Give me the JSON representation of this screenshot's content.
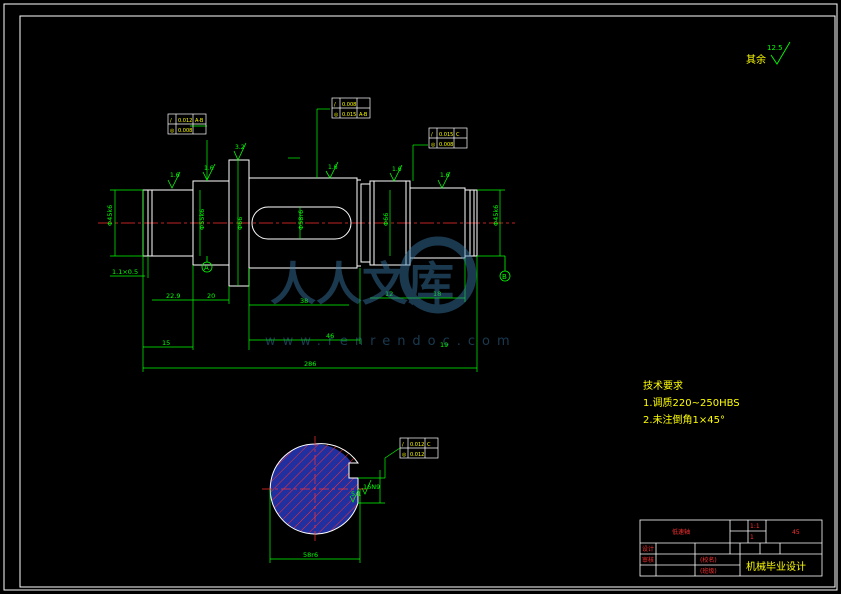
{
  "drawing": {
    "roughness_rest": {
      "label": "其余",
      "value": "12.5"
    },
    "dims": {
      "d_left": "Φ45k6",
      "d_seat1": "Φ55k6",
      "d_collar": "Φ66",
      "d_key": "Φ58r6",
      "d_ring": "Φ66",
      "d_right": "Φ45k6",
      "chamfer": "1.1×0.5",
      "l1": "22.9",
      "l2": "20",
      "l3": "15",
      "l4": "38",
      "l5": "46",
      "l6": "12",
      "l7": "18",
      "l8": "19",
      "total": "286"
    },
    "roughness_marks": [
      "1.6",
      "1.6",
      "3.2",
      "1.6",
      "1.6",
      "1.6"
    ],
    "datum_labels": [
      "A",
      "B"
    ],
    "tolerance_frames": [
      {
        "id": "t1",
        "rows": [
          [
            "/",
            "0.012",
            "A-B"
          ],
          [
            "◎",
            "0.008",
            ""
          ]
        ]
      },
      {
        "id": "t2",
        "rows": [
          [
            "/",
            "0.008",
            ""
          ],
          [
            "◎",
            "0.015",
            "A-B"
          ]
        ]
      },
      {
        "id": "t3",
        "rows": [
          [
            "/",
            "0.015",
            "C"
          ],
          [
            "◎",
            "0.008",
            ""
          ]
        ]
      },
      {
        "id": "t4",
        "rows": [
          [
            "/",
            "0.012",
            "C"
          ],
          [
            "◎",
            "0.012",
            ""
          ]
        ]
      }
    ],
    "section": {
      "width": "16N9",
      "depth": "5.1",
      "dia": "58r6",
      "key_r": "t1"
    },
    "tech_req": {
      "title": "技术要求",
      "items": [
        "1.调质220~250HBS",
        "2.未注倒角1×45°"
      ]
    },
    "title_block": {
      "part_name": "低速轴",
      "scale": "1:1",
      "qty": "1",
      "material": "45",
      "drawn": "设计",
      "checked": "审核",
      "school_label": "(校名)",
      "class_label": "(班级)",
      "footer": "机械毕业设计"
    },
    "watermark": {
      "text": "人人文库",
      "url": "www.renrendoc.com"
    }
  }
}
